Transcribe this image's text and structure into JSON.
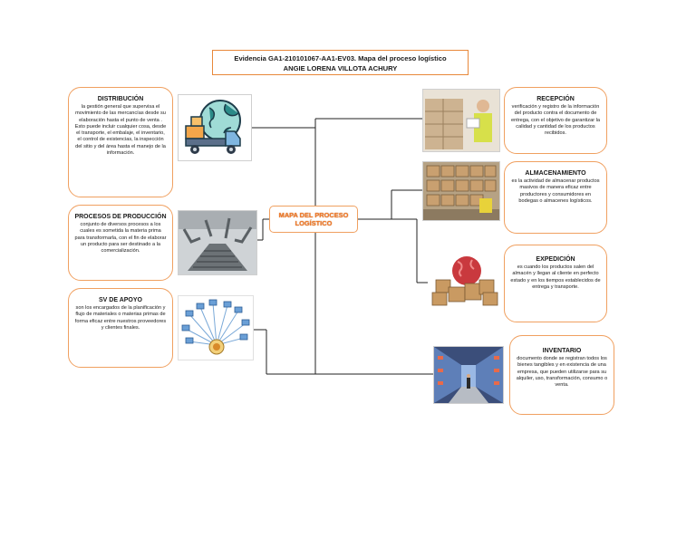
{
  "title": {
    "line1": "Evidencia GA1-210101067-AA1-EV03. Mapa del proceso logístico",
    "line2": "ANGIE LORENA VILLOTA ACHURY"
  },
  "center": {
    "label": "MAPA DEL PROCESO LOGÍSTICO"
  },
  "left_nodes": {
    "distribucion": {
      "title": "DISTRIBUCIÓN",
      "text": "la gestión general que supervisa el movimiento de las mercancías desde su elaboración hasta el punto de venta . Esto puede incluir cualquier cosa, desde el transporte, el embalaje, el inventario, el control de existencias, la inspección del sitio y del área hasta el manejo de la información."
    },
    "produccion": {
      "title": "PROCESOS DE PRODUCCIÓN",
      "text": "conjunto de diversos procesos a los cuales es sometida la materia prima para transformarla, con el fin de elaborar un producto para ser destinado a la comercialización."
    },
    "apoyo": {
      "title": "SV DE APOYO",
      "text": "son los encargados de la planificación y flujo de materiales o materias primas de forma eficaz entre nuestros proveedores y clientes finales."
    }
  },
  "right_nodes": {
    "recepcion": {
      "title": "RECEPCIÓN",
      "text": "verificación y registro de la información del producto contra el documento de entrega, con el objetivo de garantizar la calidad y cantidad de los productos recibidos."
    },
    "almacenamiento": {
      "title": "ALMACENAMIENTO",
      "text": "es la actividad de almacenar productos masivos de manera eficaz entre productores y consumidores en bodegas o almacenes logísticos."
    },
    "expedicion": {
      "title": "EXPEDICIÓN",
      "text": "es cuando los productos salen del almacén y llegan al cliente en perfecto estado y en los tiempos establecidos de entrega y transporte."
    },
    "inventario": {
      "title": "INVENTARIO",
      "text": "documento donde se registran todos los bienes tangibles y en existencia de una empresa, que pueden utilizarse para su alquiler, uso, transformación, consumo o venta."
    }
  },
  "colors": {
    "accent": "#f07a2a",
    "border": "#f0a060",
    "line": "#222222"
  },
  "images": {
    "distribucion": "delivery-truck-globe-icon",
    "produccion": "factory-conveyor-image",
    "apoyo": "network-hub-icon",
    "recepcion": "worker-boxes-image",
    "almacenamiento": "warehouse-shelves-image",
    "expedicion": "globe-boxes-image",
    "inventario": "warehouse-aisle-image"
  }
}
